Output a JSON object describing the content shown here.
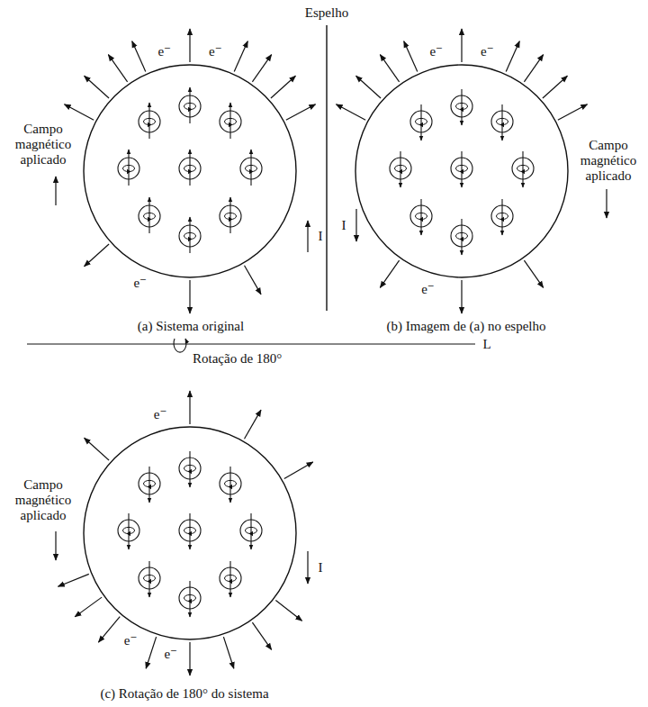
{
  "diagram": {
    "labels": [
      "Espelho",
      "e⁻",
      "e⁻",
      "Campo magnético aplicado",
      "I",
      "e⁻",
      "(a) Sistema original",
      "e⁻",
      "e⁻",
      "Campo magnético aplicado",
      "I",
      "e⁻",
      "(b) Imagem de (a) no espelho",
      "L",
      "Rotação de 180°",
      "e⁻",
      "Campo magnético aplicado",
      "I",
      "e⁻",
      "e⁻",
      "(c) Rotação de 180° do sistema"
    ]
  }
}
